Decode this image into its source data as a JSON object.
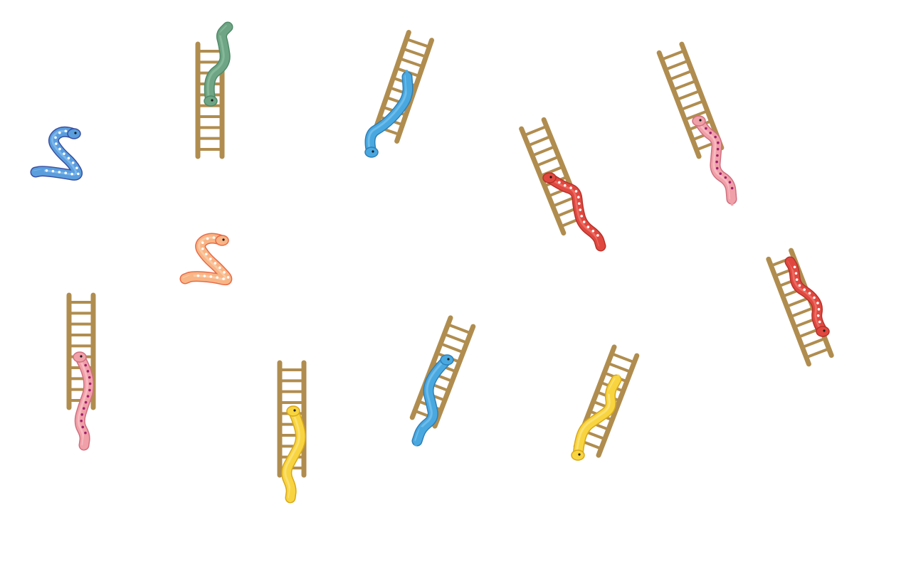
{
  "colors": {
    "ladder": "#b08d4f",
    "ladder_shade": "#9a7740",
    "background": "#ffffff"
  },
  "snake_palettes": {
    "green": {
      "body": "#6fa585",
      "edge": "#4f8a68",
      "belly": "#8fc0a0",
      "spots": null
    },
    "blue": {
      "body": "#4aa8e0",
      "edge": "#2f7fb6",
      "belly": "#7cc4ee",
      "spots": null
    },
    "red": {
      "body": "#e0483f",
      "edge": "#b6322a",
      "belly": "#f07a70",
      "spots": "#ffffff"
    },
    "pink": {
      "body": "#f0a0a8",
      "edge": "#d07080",
      "belly": "#f8c4c8",
      "spots": "#a01e6e"
    },
    "yellow": {
      "body": "#f8d440",
      "edge": "#d8a818",
      "belly": "#fbe585",
      "spots": null
    },
    "bluedot": {
      "body": "#5a9ede",
      "edge": "#3a4fa0",
      "belly": "#8cc0ee",
      "spots": "#ffffff"
    },
    "peach": {
      "body": "#f8b585",
      "edge": "#e86a48",
      "belly": "#fbd2b0",
      "spots": "#ffffff"
    }
  },
  "ladders": [
    {
      "name": "ladder-1",
      "rungs": 10,
      "angle": 0
    },
    {
      "name": "ladder-2",
      "rungs": 10,
      "angle": 19
    },
    {
      "name": "ladder-3",
      "rungs": 10,
      "angle": -21
    },
    {
      "name": "ladder-4",
      "rungs": 10,
      "angle": -22
    },
    {
      "name": "ladder-5",
      "rungs": 10,
      "angle": 0
    },
    {
      "name": "ladder-6",
      "rungs": 10,
      "angle": 0
    },
    {
      "name": "ladder-7",
      "rungs": 10,
      "angle": 21
    },
    {
      "name": "ladder-8",
      "rungs": 10,
      "angle": 21
    },
    {
      "name": "ladder-9",
      "rungs": 10,
      "angle": -21
    }
  ],
  "snakes": [
    {
      "name": "snake-green",
      "palette": "green"
    },
    {
      "name": "snake-blue-1",
      "palette": "blue"
    },
    {
      "name": "snake-red-1",
      "palette": "red"
    },
    {
      "name": "snake-pink-1",
      "palette": "pink"
    },
    {
      "name": "snake-red-2",
      "palette": "red"
    },
    {
      "name": "snake-pink-2",
      "palette": "pink"
    },
    {
      "name": "snake-yellow-1",
      "palette": "yellow"
    },
    {
      "name": "snake-blue-2",
      "palette": "blue"
    },
    {
      "name": "snake-yellow-2",
      "palette": "yellow"
    },
    {
      "name": "snake-bluedot",
      "palette": "bluedot"
    },
    {
      "name": "snake-peach",
      "palette": "peach"
    }
  ]
}
